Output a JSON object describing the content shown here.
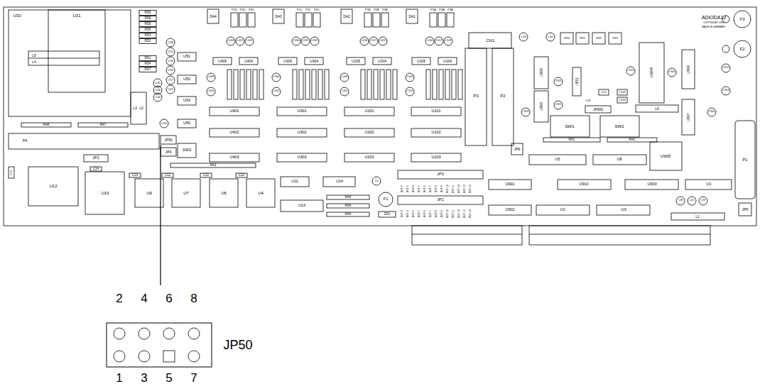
{
  "diagram": {
    "labels": [
      "U30",
      "U31",
      "L5",
      "L4",
      "RS9",
      "RS8",
      "RS6",
      "RS5",
      "RS3",
      "RS2",
      "RS1",
      "RS4",
      "RS7",
      "C58",
      "C55",
      "C59",
      "C56",
      "C35",
      "C57",
      "C38",
      "C60",
      "C34",
      "U51",
      "U52",
      "U53",
      "U50",
      "L3",
      "L2",
      "C54",
      "JP50",
      "RA8",
      "RA7",
      "P4",
      "JP1",
      "JP4",
      "SW3",
      "RA3",
      "C15",
      "C14",
      "C13",
      "C12",
      "C11",
      "C10",
      "U12",
      "U10",
      "U9",
      "U7",
      "U6",
      "U4",
      "DA4",
      "P1D",
      "P2D",
      "P3D",
      "DA3",
      "P1C",
      "P2C",
      "P3C",
      "DA2",
      "P1B",
      "P2B",
      "P3B",
      "DA1",
      "P1A",
      "P2A",
      "P3A",
      "C406",
      "C407",
      "C409",
      "C306",
      "C307",
      "C309",
      "C206",
      "C207",
      "C209",
      "C106",
      "C107",
      "C109",
      "U405",
      "U404",
      "U305",
      "U304",
      "U205",
      "U204",
      "U105",
      "U104",
      "C408",
      "C405",
      "C308",
      "C305",
      "C208",
      "C205",
      "C108",
      "C105",
      "U401",
      "U301",
      "U201",
      "U101",
      "U402",
      "U302",
      "U202",
      "U102",
      "U403",
      "U303",
      "U203",
      "U103",
      "U11",
      "U14",
      "C1",
      "F1",
      "U13",
      "RA6",
      "RA5",
      "RA4",
      "ZD1",
      "JP3",
      "JP2",
      "INT 2",
      "INT 3",
      "INT 4",
      "INT 5",
      "INT 6",
      "INT 7",
      "INT 8",
      "INT 9",
      "INT 10",
      "INT 11",
      "INT 12",
      "INT 13",
      "INT 14",
      "INT 2",
      "INT 3",
      "INT 4",
      "INT 5",
      "INT 6",
      "INT 7",
      "INT 8",
      "INT 9",
      "INT 10",
      "INT 11",
      "INT 12",
      "INT 13",
      "INT 14",
      "CN1",
      "P3",
      "P2",
      "JP6",
      "C43",
      "C42",
      "VR4",
      "VR1",
      "VR2",
      "VR3",
      "U908",
      "U911",
      "U904",
      "U906",
      "U907",
      "U909",
      "C901",
      "C902",
      "C920",
      "C905",
      "C923",
      "C924",
      "C906",
      "C904",
      "C31",
      "C21",
      "C132",
      "C133",
      "JP900",
      "L6",
      "SW1",
      "SW2",
      "RA1",
      "RA2",
      "U905",
      "ADIODA12",
      "COPYRIGHT 1993",
      "MADE IN GERMANY",
      "F3",
      "F2",
      "P1",
      "U5",
      "U8",
      "U901",
      "U910",
      "U903",
      "U1",
      "U902",
      "U2",
      "U3",
      "C38",
      "C41",
      "C39",
      "L1",
      "JP5",
      "2",
      "4",
      "6",
      "8",
      "1",
      "3",
      "5",
      "7",
      "JP50"
    ]
  }
}
